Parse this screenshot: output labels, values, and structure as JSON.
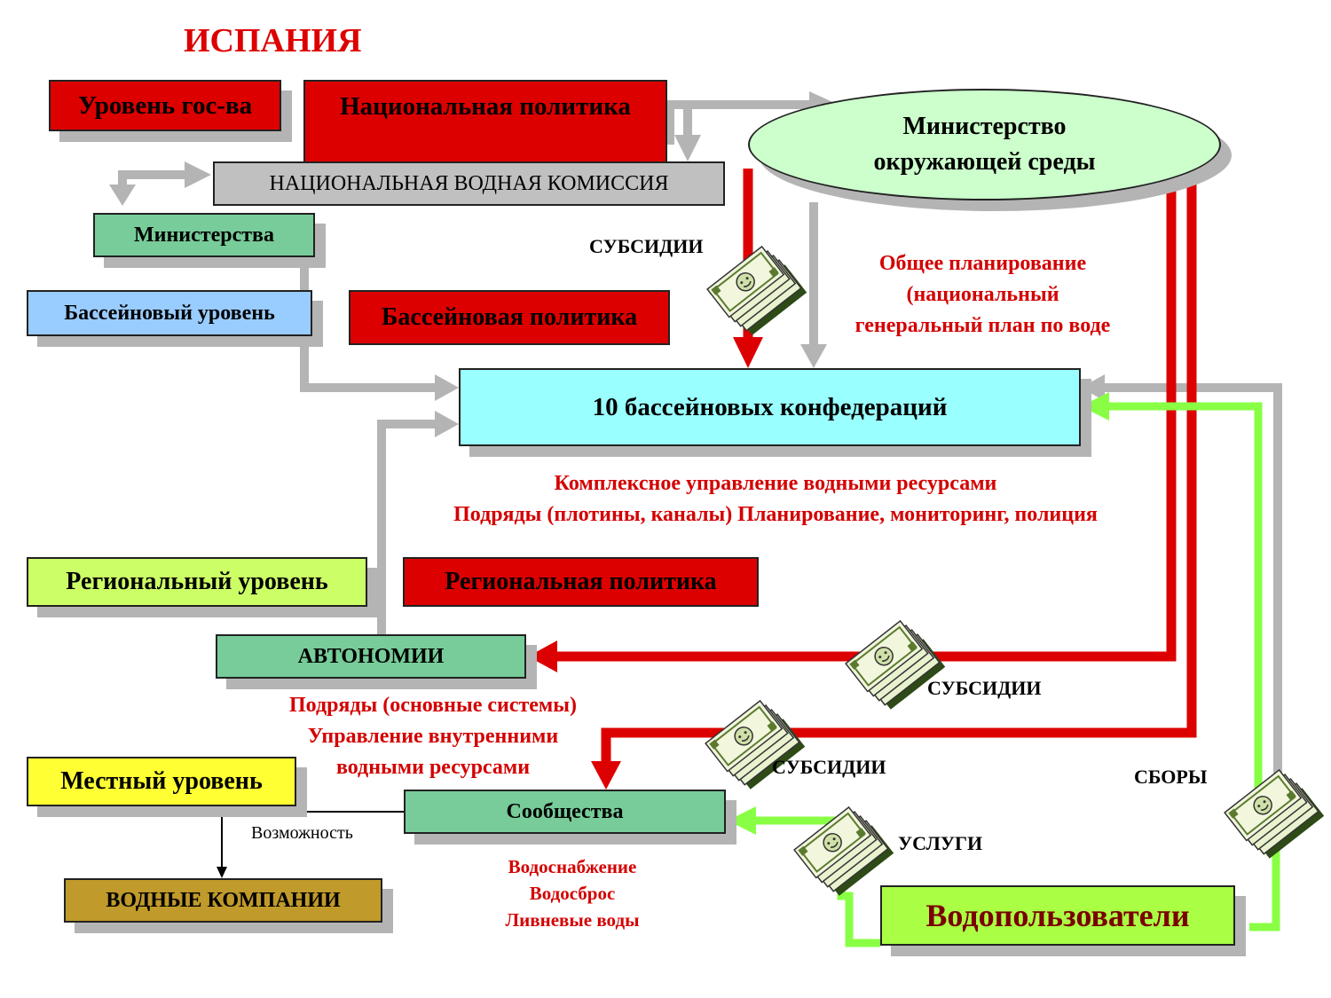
{
  "title": "ИСПАНИЯ",
  "levels": {
    "state": "Уровень гос-ва",
    "basin": "Бассейновый уровень",
    "regional": "Региональный уровень",
    "local": "Местный уровень"
  },
  "policies": {
    "national": "Национальная политика",
    "basin": "Бассейновая политика",
    "regional": "Региональная политика"
  },
  "bodies": {
    "commission": "НАЦИОНАЛЬНАЯ ВОДНАЯ КОМИССИЯ",
    "ministry_env_line1": "Министерство",
    "ministry_env_line2": "окружающей среды",
    "ministries": "Министерства",
    "confederations": "10 бассейновых конфедераций",
    "autonomies": "АВТОНОМИИ",
    "communities": "Сообщества",
    "water_companies": "ВОДНЫЕ КОМПАНИИ",
    "water_users": "Водопользователи"
  },
  "flows": {
    "subsidies": "СУБСИДИИ",
    "fees": "СБОРЫ",
    "services": "УСЛУГИ",
    "possibility": "Возможность"
  },
  "notes": {
    "planning": [
      "Общее планирование",
      "(национальный",
      "генеральный план по воде"
    ],
    "confed": [
      "Комплексное управление водными ресурсами",
      "Подряды (плотины, каналы) Планирование, мониторинг, полиция"
    ],
    "autonomies": [
      "Подряды (основные системы)",
      "Управление внутренними",
      "водными ресурсами"
    ],
    "communities": [
      "Водоснабжение",
      "Водосброс",
      "Ливневые воды"
    ]
  },
  "colors": {
    "policy_red": "#dd0000",
    "text_red": "#d40000",
    "flow_red": "#dd0000",
    "flow_grey": "#b4b4b4",
    "flow_green": "#88ff44",
    "shadow": "#b4b4b4",
    "commission_bg": "#c0c0c0",
    "ministries_bg": "#77cc99",
    "basin_level_bg": "#99ccff",
    "confed_bg": "#99ffff",
    "regional_bg": "#ccff66",
    "local_bg": "#ffff33",
    "companies_bg": "#c09a2a",
    "users_bg": "#aaff44",
    "ellipse_bg": "#ccffcc"
  }
}
